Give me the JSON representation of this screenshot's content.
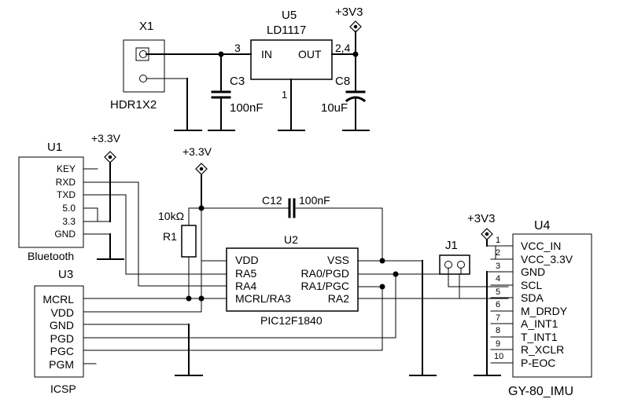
{
  "x1": {
    "ref": "X1",
    "value": "HDR1X2"
  },
  "u5": {
    "ref": "U5",
    "value": "LD1117",
    "in": "IN",
    "out": "OUT",
    "pin_in": "3",
    "pin_out": "2,4",
    "pin_gnd": "1"
  },
  "c3": {
    "ref": "C3",
    "value": "100nF"
  },
  "c8": {
    "ref": "C8",
    "value": "10uF"
  },
  "pwr_top": "+3V3",
  "pwr_u1": "+3.3V",
  "pwr_r1": "+3.3V",
  "pwr_u4": "+3V3",
  "u1": {
    "ref": "U1",
    "name": "Bluetooth",
    "pins": [
      "KEY",
      "RXD",
      "TXD",
      "5.0",
      "3.3",
      "GND"
    ]
  },
  "u3": {
    "ref": "U3",
    "name": "ICSP",
    "pins": [
      "MCRL",
      "VDD",
      "GND",
      "PGD",
      "PGC",
      "PGM"
    ]
  },
  "r1": {
    "ref": "R1",
    "value": "10kΩ"
  },
  "c12": {
    "ref": "C12",
    "value": "100nF"
  },
  "u2": {
    "ref": "U2",
    "value": "PIC12F1840",
    "left_pins": [
      "VDD",
      "RA5",
      "RA4",
      "MCRL/RA3"
    ],
    "right_pins": [
      "VSS",
      "RA0/PGD",
      "RA1/PGC",
      "RA2"
    ]
  },
  "j1": {
    "ref": "J1"
  },
  "u4": {
    "ref": "U4",
    "value": "GY-80_IMU",
    "pin_numbers": [
      "1",
      "2",
      "3",
      "4",
      "5",
      "6",
      "7",
      "8",
      "9",
      "10"
    ],
    "pins": [
      "VCC_IN",
      "VCC_3.3V",
      "GND",
      "SCL",
      "SDA",
      "M_DRDY",
      "A_INT1",
      "T_INT1",
      "R_XCLR",
      "P-EOC"
    ]
  }
}
